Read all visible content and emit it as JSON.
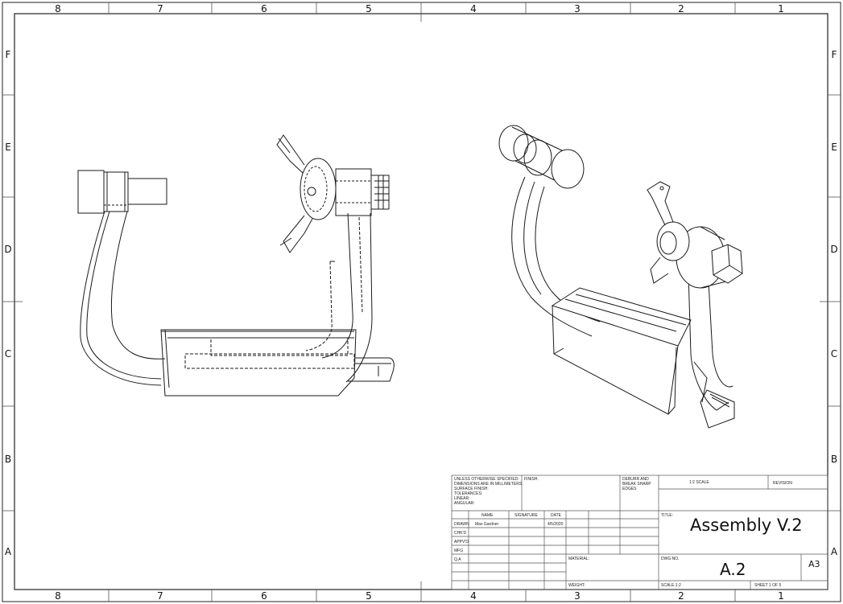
{
  "border": {
    "columns": [
      "8",
      "7",
      "6",
      "5",
      "4",
      "3",
      "2",
      "1"
    ],
    "rows": [
      "F",
      "E",
      "D",
      "C",
      "B",
      "A"
    ]
  },
  "title_block": {
    "general_note": "UNLESS OTHERWISE SPECIFIED:\nDIMENSIONS ARE IN MILLIMETERS\nSURFACE FINISH:\nTOLERANCES:\n   LINEAR:\n   ANGULAR:",
    "finish_label": "FINISH:",
    "deburr_note": "DEBURR AND\nBREAK SHARP\nEDGES",
    "scale_header": "1:2 SCALE",
    "revision_label": "REVISION",
    "headers": {
      "name": "NAME",
      "signature": "SIGNATURE",
      "date": "DATE"
    },
    "rows": [
      {
        "role": "DRAWN",
        "name": "Max Gardner",
        "date": "4/5/2020"
      },
      {
        "role": "CHK'D",
        "name": "",
        "date": ""
      },
      {
        "role": "APPV'D",
        "name": "",
        "date": ""
      },
      {
        "role": "MFG",
        "name": "",
        "date": ""
      },
      {
        "role": "Q.A",
        "name": "",
        "date": ""
      }
    ],
    "title_label": "TITLE:",
    "title": "Assembly V.2",
    "material_label": "MATERIAL:",
    "dwg_no_label": "DWG NO.",
    "dwg_no": "A.2",
    "sheet_size": "A3",
    "weight_label": "WEIGHT:",
    "scale_label": "SCALE:1:2",
    "sheet_label": "SHEET 1 OF 5"
  }
}
